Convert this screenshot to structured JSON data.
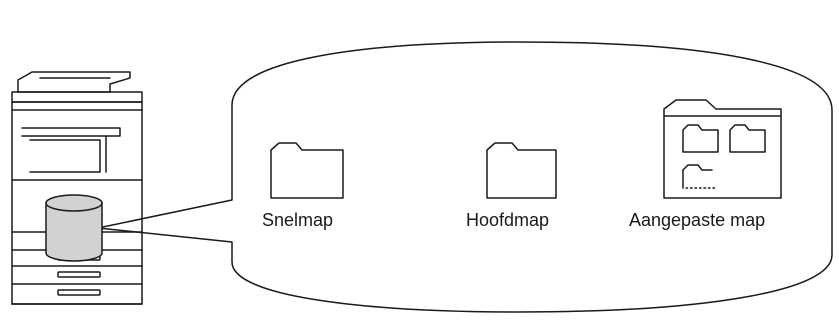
{
  "folders": [
    {
      "label": "Snelmap",
      "icon": "folder-icon"
    },
    {
      "label": "Hoofdmap",
      "icon": "folder-icon"
    },
    {
      "label": "Aangepaste map",
      "icon": "folder-with-subfolders-icon"
    }
  ],
  "colors": {
    "stroke": "#1a1a1a",
    "disk_fill": "#d2d2d2",
    "background": "#ffffff"
  }
}
